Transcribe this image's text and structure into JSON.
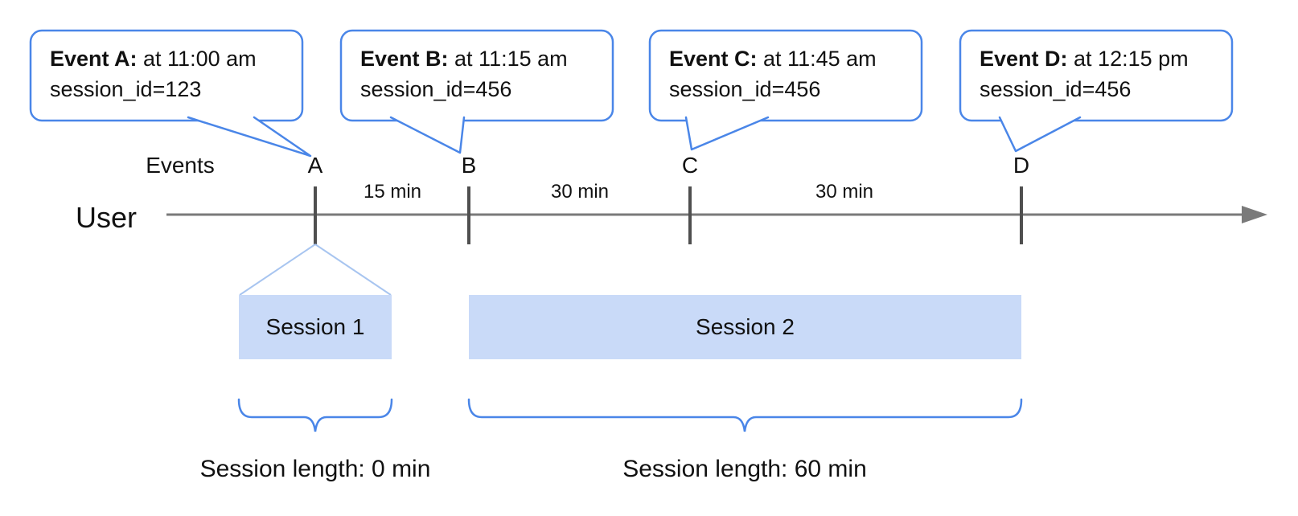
{
  "diagram": {
    "events_axis_label": "Events",
    "user_label": "User"
  },
  "callouts": [
    {
      "event_bold": "Event A:",
      "time_rest": " at 11:00 am",
      "session_line": "session_id=123"
    },
    {
      "event_bold": "Event B:",
      "time_rest": " at 11:15 am",
      "session_line": "session_id=456"
    },
    {
      "event_bold": "Event C:",
      "time_rest": " at 11:45 am",
      "session_line": "session_id=456"
    },
    {
      "event_bold": "Event D:",
      "time_rest": " at 12:15 pm",
      "session_line": "session_id=456"
    }
  ],
  "events": [
    {
      "label": "A"
    },
    {
      "label": "B"
    },
    {
      "label": "C"
    },
    {
      "label": "D"
    }
  ],
  "intervals": [
    {
      "label": "15 min"
    },
    {
      "label": "30 min"
    },
    {
      "label": "30 min"
    }
  ],
  "sessions": [
    {
      "label": "Session 1",
      "length_label": "Session length: 0 min"
    },
    {
      "label": "Session 2",
      "length_label": "Session length: 60 min"
    }
  ],
  "colors": {
    "accent_blue": "#4a86e8",
    "light_blue_fill": "#c9daf8",
    "funnel_blue": "#a8c5f0",
    "timeline_gray": "#7a7a7a",
    "tick_gray": "#4f4f4f"
  }
}
